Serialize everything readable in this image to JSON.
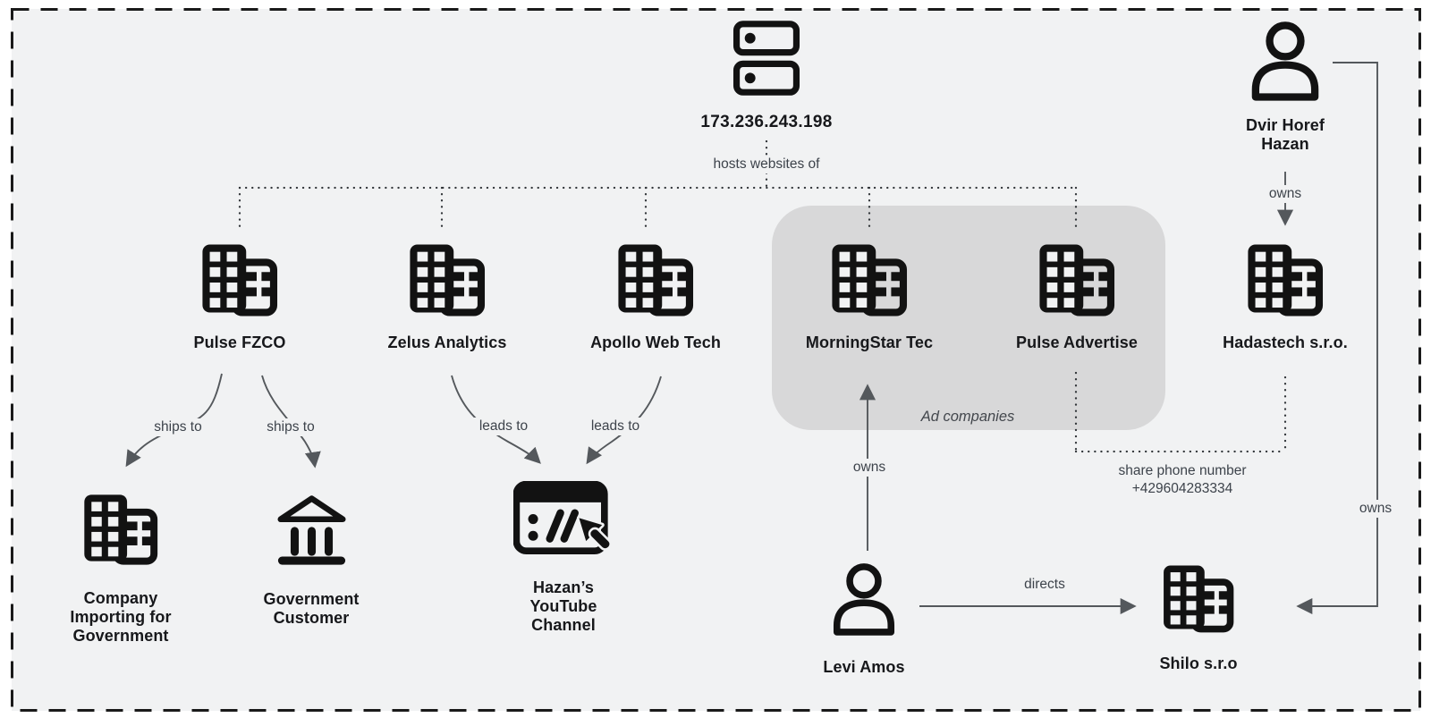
{
  "palette": {
    "page_bg": "#ffffff",
    "canvas_bg": "#f1f2f3",
    "border_color": "#1a1a1a",
    "icon_color": "#121212",
    "node_label_color": "#17181b",
    "relation_label_color": "#3d434b",
    "line_color": "#54585c",
    "dotted_line_color": "#313539",
    "group_bg": "#d8d8d9"
  },
  "nodes": {
    "server": {
      "label": "173.236.243.198",
      "icon": "server-icon"
    },
    "dvir": {
      "name": "Dvir Horef Hazan",
      "icon": "person-icon"
    },
    "pulse_fzco": {
      "name": "Pulse FZCO",
      "icon": "building-icon"
    },
    "zelus": {
      "name": "Zelus Analytics",
      "icon": "building-icon"
    },
    "apollo": {
      "name": "Apollo Web Tech",
      "icon": "building-icon"
    },
    "morningstar": {
      "name": "MorningStar Tec",
      "icon": "building-icon"
    },
    "pulse_advertise": {
      "name": "Pulse Advertise",
      "icon": "building-icon"
    },
    "hadastech": {
      "name": "Hadastech s.r.o.",
      "icon": "building-icon"
    },
    "importer": {
      "name": "Company Importing for Government",
      "icon": "building-icon"
    },
    "gov_customer": {
      "name": "Government Customer",
      "icon": "bank-icon"
    },
    "youtube": {
      "name": "Hazan’s YouTube Channel",
      "icon": "browser-cursor-icon"
    },
    "levi": {
      "name": "Levi Amos",
      "icon": "person-icon"
    },
    "shilo": {
      "name": "Shilo s.r.o",
      "icon": "building-icon"
    }
  },
  "groups": {
    "ad_companies": {
      "label": "Ad companies"
    }
  },
  "relations": {
    "hosts": "hosts websites of",
    "ships_to_importer": "ships to",
    "ships_to_gov": "ships to",
    "leads_to_from_zelus": "leads to",
    "leads_to_from_apollo": "leads to",
    "dvir_owns_hadastech": "owns",
    "dvir_owns_shilo": "owns",
    "levi_owns_morningstar": "owns",
    "levi_directs_shilo": "directs",
    "share_phone_line1": "share phone number",
    "share_phone_line2": "+429604283334"
  }
}
